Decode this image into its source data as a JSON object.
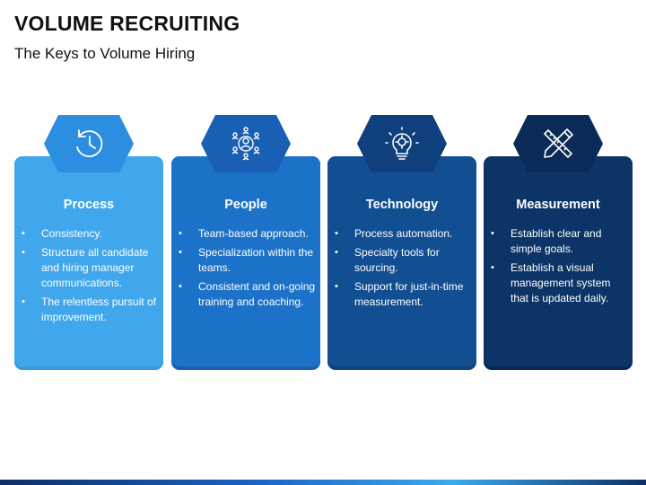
{
  "title": "VOLUME RECRUITING",
  "subtitle": "The Keys to Volume Hiring",
  "cards": [
    {
      "heading": "Process",
      "icon": "clock-history-icon",
      "color": "#41a7ec",
      "hex_color": "#2c8ee0",
      "items": [
        "Consistency.",
        "Structure all candidate and hiring manager communications.",
        "The relentless pursuit of improvement."
      ]
    },
    {
      "heading": "People",
      "icon": "team-network-icon",
      "color": "#1c72c8",
      "hex_color": "#1960b5",
      "items": [
        "Team-based approach.",
        "Specialization within the teams.",
        "Consistent and on-going training and coaching."
      ]
    },
    {
      "heading": "Technology",
      "icon": "lightbulb-gear-icon",
      "color": "#124f92",
      "hex_color": "#0f3f7c",
      "items": [
        "Process automation.",
        "Specialty tools for sourcing.",
        "Support for just-in-time measurement."
      ]
    },
    {
      "heading": "Measurement",
      "icon": "ruler-pencil-icon",
      "color": "#0c3466",
      "hex_color": "#0a2b57",
      "items": [
        "Establish clear and simple goals.",
        "Establish a visual management system that is updated daily."
      ]
    }
  ]
}
